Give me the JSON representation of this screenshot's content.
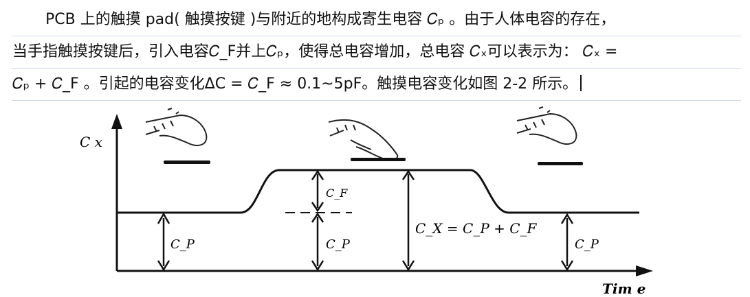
{
  "paragraph": {
    "line1": "PCB 上的触摸 pad( 触摸按键 )与附近的地构成寄生电容 𝐶ₚ 。由于人体电容的存在，",
    "line2": "当手指触摸按键后，引入电容𝐶_F并上𝐶ₚ，使得总电容增加，总电容 𝐶ₓ可以表示为： 𝐶ₓ =",
    "line3": "𝐶ₚ + 𝐶_F 。引起的电容变化ΔC = 𝐶_F ≈ 0.1~5pF。触摸电容变化如图 2-2 所示。"
  },
  "diagram": {
    "y_axis_label": "C x",
    "x_axis_label": "Tim e",
    "label_cf": "C_F",
    "label_cp_left": "C_P",
    "label_cp_mid": "C_P",
    "label_cp_right": "C_P",
    "label_cx": "C_X = C_P + C_F"
  }
}
